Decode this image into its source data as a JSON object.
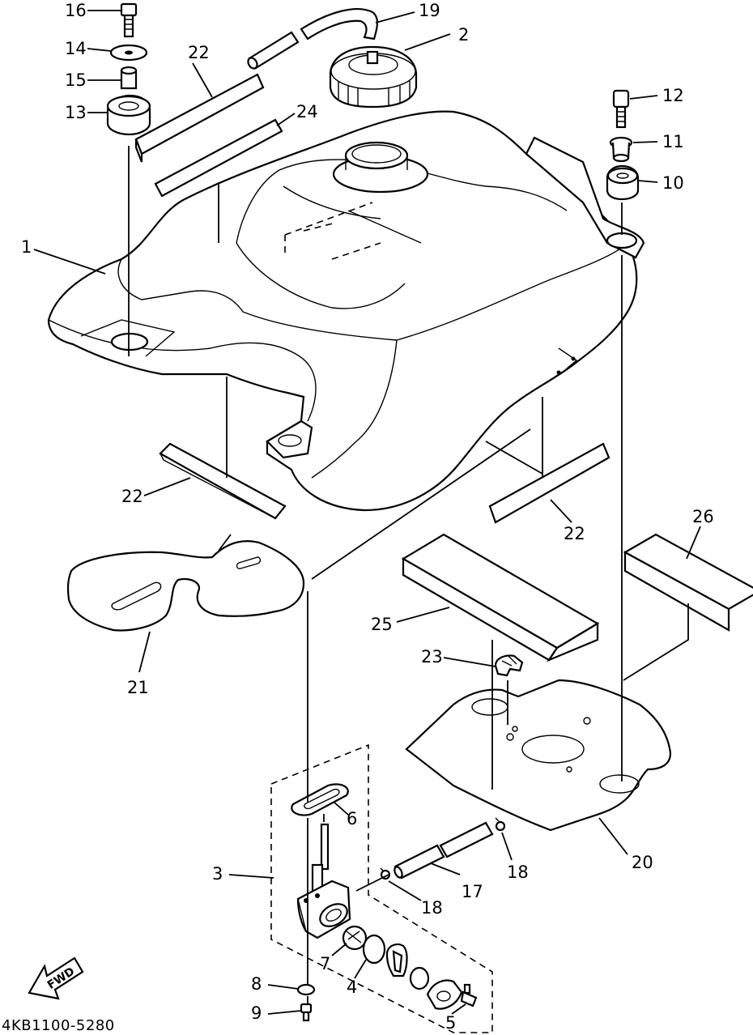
{
  "drawing_code": "4KB1100-5280",
  "direction_label": "FWD",
  "callouts": {
    "c1": "1",
    "c2": "2",
    "c3": "3",
    "c4": "4",
    "c5": "5",
    "c6": "6",
    "c7": "7",
    "c8": "8",
    "c9": "9",
    "c10": "10",
    "c11": "11",
    "c12": "12",
    "c13": "13",
    "c14": "14",
    "c15": "15",
    "c16": "16",
    "c17": "17",
    "c18a": "18",
    "c18b": "18",
    "c19": "19",
    "c20": "20",
    "c21": "21",
    "c22a": "22",
    "c22b": "22",
    "c22c": "22",
    "c23": "23",
    "c24": "24",
    "c25": "25",
    "c26": "26"
  }
}
